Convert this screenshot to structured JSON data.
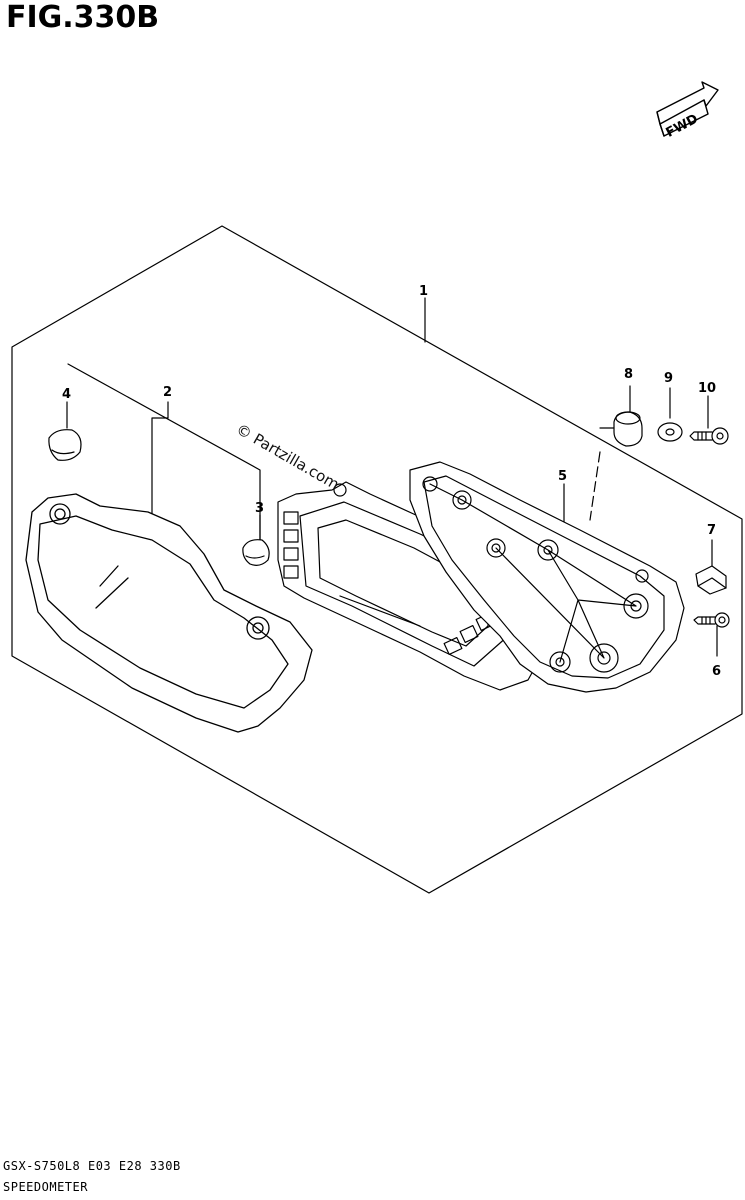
{
  "figure": {
    "title": "FIG.330B",
    "fwd_label": "FWD",
    "watermark": "© Partzilla.com",
    "footer_model": "GSX-S750L8  E03  E28  330B",
    "footer_section": "SPEEDOMETER"
  },
  "callouts": [
    {
      "id": "1",
      "label": "1"
    },
    {
      "id": "2",
      "label": "2"
    },
    {
      "id": "3",
      "label": "3"
    },
    {
      "id": "4",
      "label": "4"
    },
    {
      "id": "5",
      "label": "5"
    },
    {
      "id": "6",
      "label": "6"
    },
    {
      "id": "7",
      "label": "7"
    },
    {
      "id": "8",
      "label": "8"
    },
    {
      "id": "9",
      "label": "9"
    },
    {
      "id": "10",
      "label": "10"
    }
  ],
  "colors": {
    "line": "#000000",
    "background": "#ffffff"
  }
}
